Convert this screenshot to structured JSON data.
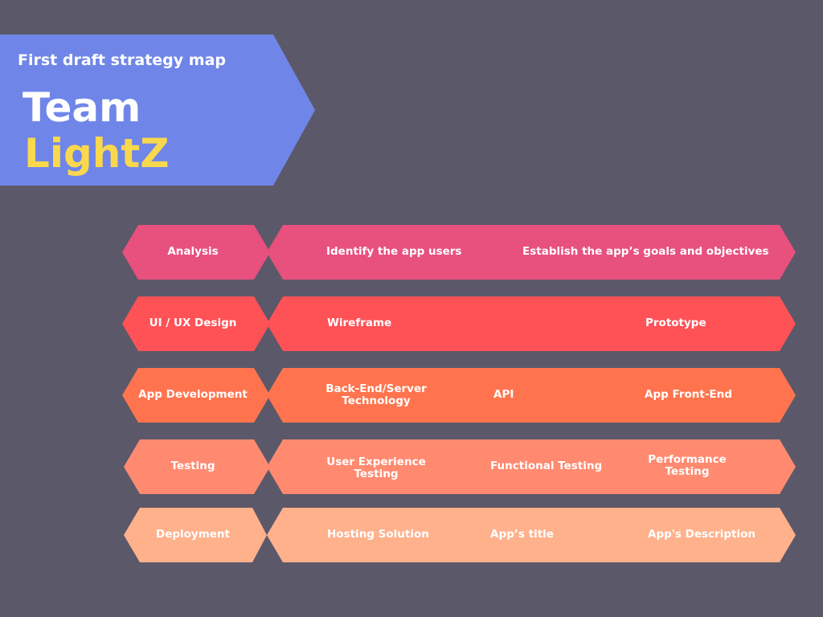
{
  "header": {
    "subtitle": "First draft  strategy map",
    "title_line1": "Team",
    "title_line2": "LightZ",
    "colors": {
      "banner": "#6f86e8",
      "title": "#ffffff",
      "accent": "#f9d84e",
      "background": "#5b5869"
    }
  },
  "rows": [
    {
      "category": "Analysis",
      "color": "#e8507e",
      "items": [
        "Identify the app users",
        "Establish the app’s goals and objectives"
      ]
    },
    {
      "category": "UI / UX Design",
      "color": "#ff5257",
      "items": [
        "Wireframe",
        "Prototype"
      ]
    },
    {
      "category": "App Development",
      "color": "#ff744e",
      "items": [
        "Back-End/Server Technology",
        "API",
        "App Front-End"
      ]
    },
    {
      "category": "Testing",
      "color": "#ff8a70",
      "items": [
        "User Experience Testing",
        "Functional Testing",
        "Performance Testing"
      ]
    },
    {
      "category": "Deployment",
      "color": "#ffb18c",
      "items": [
        "Hosting Solution",
        "App’s title",
        "App's Description"
      ]
    }
  ]
}
